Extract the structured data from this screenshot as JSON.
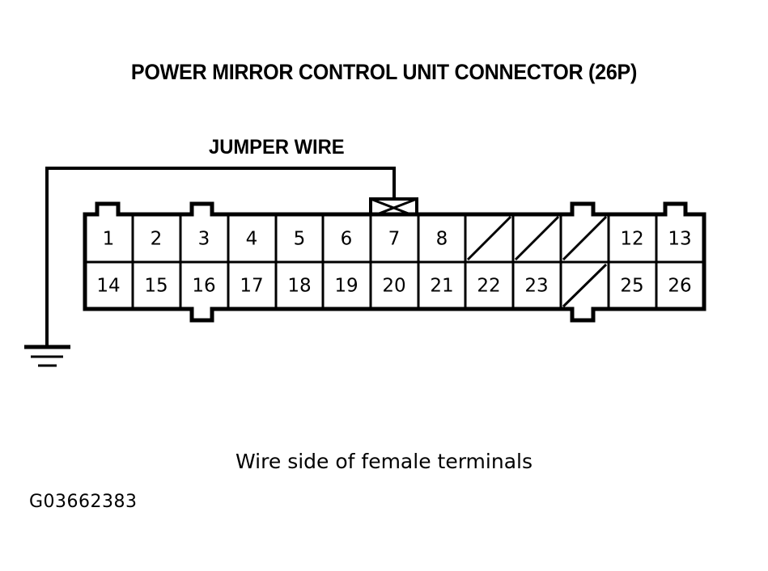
{
  "title": "POWER MIRROR CONTROL UNIT CONNECTOR (26P)",
  "jumper_label": "JUMPER WIRE",
  "caption": "Wire side of female terminals",
  "figure_code": "G03662383",
  "colors": {
    "ink": "#000000",
    "background": "#ffffff"
  },
  "connector": {
    "pin_count": 26,
    "columns": 13,
    "rows": 2,
    "top_row": [
      {
        "label": "1",
        "blank": false
      },
      {
        "label": "2",
        "blank": false
      },
      {
        "label": "3",
        "blank": false
      },
      {
        "label": "4",
        "blank": false
      },
      {
        "label": "5",
        "blank": false
      },
      {
        "label": "6",
        "blank": false
      },
      {
        "label": "7",
        "blank": false
      },
      {
        "label": "8",
        "blank": false
      },
      {
        "label": "",
        "blank": true
      },
      {
        "label": "",
        "blank": true
      },
      {
        "label": "",
        "blank": true
      },
      {
        "label": "12",
        "blank": false
      },
      {
        "label": "13",
        "blank": false
      }
    ],
    "bottom_row": [
      {
        "label": "14",
        "blank": false
      },
      {
        "label": "15",
        "blank": false
      },
      {
        "label": "16",
        "blank": false
      },
      {
        "label": "17",
        "blank": false
      },
      {
        "label": "18",
        "blank": false
      },
      {
        "label": "19",
        "blank": false
      },
      {
        "label": "20",
        "blank": false
      },
      {
        "label": "21",
        "blank": false
      },
      {
        "label": "22",
        "blank": false
      },
      {
        "label": "23",
        "blank": false
      },
      {
        "label": "",
        "blank": true
      },
      {
        "label": "25",
        "blank": false
      },
      {
        "label": "26",
        "blank": false
      }
    ],
    "jumper_target_pin": "7",
    "ground_symbol": "earth-ground"
  }
}
